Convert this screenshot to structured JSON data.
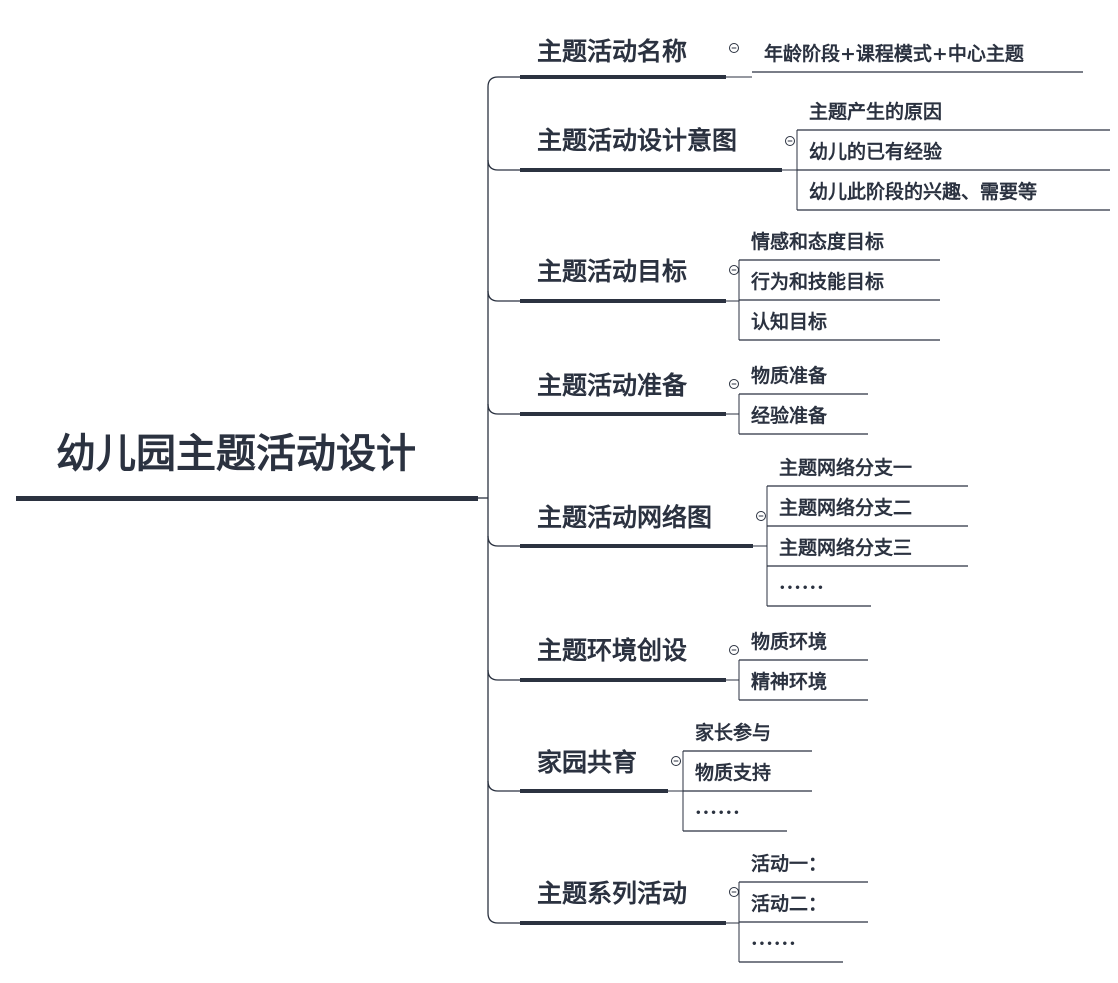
{
  "root": {
    "title": "幼儿园主题活动设计"
  },
  "branches": [
    {
      "label": "主题活动名称",
      "children": [
        "年龄阶段+课程模式+中心主题"
      ]
    },
    {
      "label": "主题活动设计意图",
      "children": [
        "主题产生的原因",
        "幼儿的已有经验",
        "幼儿此阶段的兴趣、需要等"
      ]
    },
    {
      "label": "主题活动目标",
      "children": [
        "情感和态度目标",
        "行为和技能目标",
        "认知目标"
      ]
    },
    {
      "label": "主题活动准备",
      "children": [
        "物质准备",
        "经验准备"
      ]
    },
    {
      "label": "主题活动网络图",
      "children": [
        "主题网络分支一",
        "主题网络分支二",
        "主题网络分支三",
        "······"
      ]
    },
    {
      "label": "主题环境创设",
      "children": [
        "物质环境",
        "精神环境"
      ]
    },
    {
      "label": "家园共育",
      "children": [
        "家长参与",
        "物质支持",
        "······"
      ]
    },
    {
      "label": "主题系列活动",
      "children": [
        "活动一：",
        "活动二：",
        "······"
      ]
    }
  ],
  "colors": {
    "line": "#2b3240",
    "text": "#2b3240",
    "background": "#ffffff"
  },
  "icons": {
    "collapse": "collapse-circle-icon"
  }
}
